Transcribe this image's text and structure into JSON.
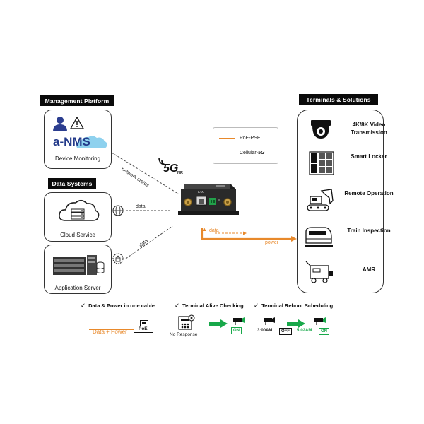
{
  "management": {
    "header": "Management Platform",
    "logo_text": "a-NMS",
    "label": "Device Monitoring"
  },
  "data_systems": {
    "header": "Data Systems",
    "cloud_label": "Cloud Service",
    "app_label": "Application Server"
  },
  "terminals": {
    "header": "Terminals & Solutions",
    "items": [
      {
        "label": "4K/8K Video Transmission",
        "icon": "dome-camera-icon"
      },
      {
        "label": "Smart Locker",
        "icon": "locker-icon"
      },
      {
        "label": "Remote Operation",
        "icon": "excavator-icon"
      },
      {
        "label": "Train Inspection",
        "icon": "train-icon"
      },
      {
        "label": "AMR",
        "icon": "robot-cart-icon"
      }
    ]
  },
  "legend": {
    "poe_label": "PoE-PSE",
    "cellular_label": "Cellular-",
    "cellular_suffix": "5G"
  },
  "colors": {
    "power": "#e8892b",
    "on_green": "#18a84a"
  },
  "links": {
    "network_status": "network status",
    "data_top": "data",
    "data_bottom": "data",
    "data_router": "data",
    "power": "power"
  },
  "fiveg": {
    "main": "5G",
    "sub": "NR"
  },
  "router": {
    "lan_label": "LAN"
  },
  "features": {
    "f1": "Data & Power in one cable",
    "f2_a": "Terminal",
    "f2_b": "Alive Checking",
    "f3_a": "Terminal",
    "f3_b": "Reboot Scheduling"
  },
  "bottom": {
    "data_power": "Data + Power",
    "poe": "PoE",
    "no_response": "No Response",
    "on1": "ON",
    "time_off": "3:00AM",
    "off": "OFF",
    "time_on": "5:02AM",
    "on2": "ON"
  }
}
